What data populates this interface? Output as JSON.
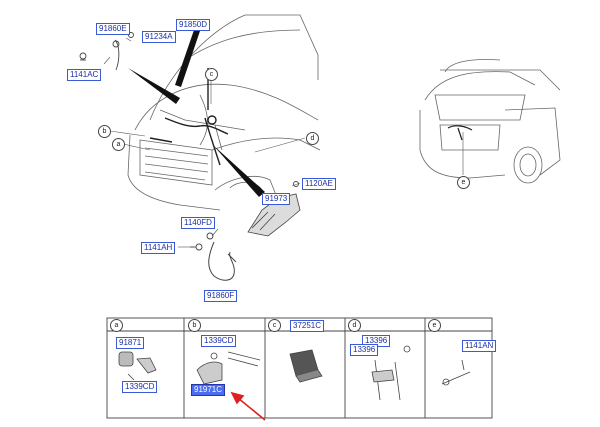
{
  "labels": {
    "c91860e": "91860E",
    "c91234a": "91234A",
    "c91850d": "91850D",
    "c1141ac": "1141AC",
    "c1120ae": "1120AE",
    "c91973": "91973",
    "c1140fd": "1140FD",
    "c1141ah": "1141AH",
    "c91860f": "91860F"
  },
  "callouts": {
    "a": "a",
    "b": "b",
    "c": "c",
    "d": "d",
    "e": "e"
  },
  "detail_table": {
    "headers": [
      "a",
      "b",
      "c",
      "d",
      "e"
    ],
    "c37251c": "37251C",
    "cells": {
      "a": [
        "91871",
        "1339CD"
      ],
      "b": [
        "1339CD",
        "91971C"
      ],
      "d": [
        "13396",
        "13396"
      ],
      "e": [
        "1141AN"
      ]
    }
  },
  "colors": {
    "label_border": "#3b5bd6",
    "label_text": "#1a2ea8",
    "highlight": "#4b6cf0",
    "arrow": "#e02020"
  },
  "highlighted_part": "91971C"
}
